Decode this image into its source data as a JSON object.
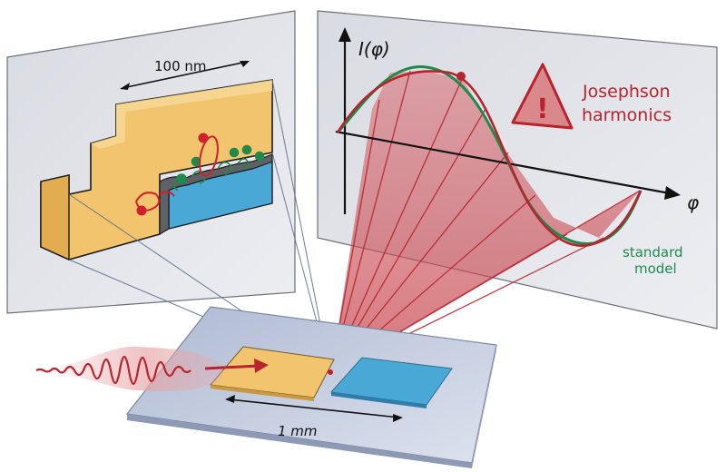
{
  "labels": {
    "scale_nm": "100 nm",
    "scale_mm": "1 mm",
    "y_axis": "I(φ)",
    "x_axis": "φ",
    "harmonics_line1": "Josephson",
    "harmonics_line2": "harmonics",
    "standard_line1": "standard",
    "standard_line2": "model",
    "warning_symbol": "!"
  },
  "colors": {
    "harmonics_red": "#b8232d",
    "standard_green": "#1f8a4c",
    "superconductor_orange": "#f2c46d",
    "superconductor_blue": "#4aa8d6",
    "panel_gray": "#e4e5ea",
    "substrate_blue": "#c3cbdd"
  },
  "icons": {
    "warning": "warning-triangle-icon",
    "wave": "microwave-pulse-icon"
  }
}
